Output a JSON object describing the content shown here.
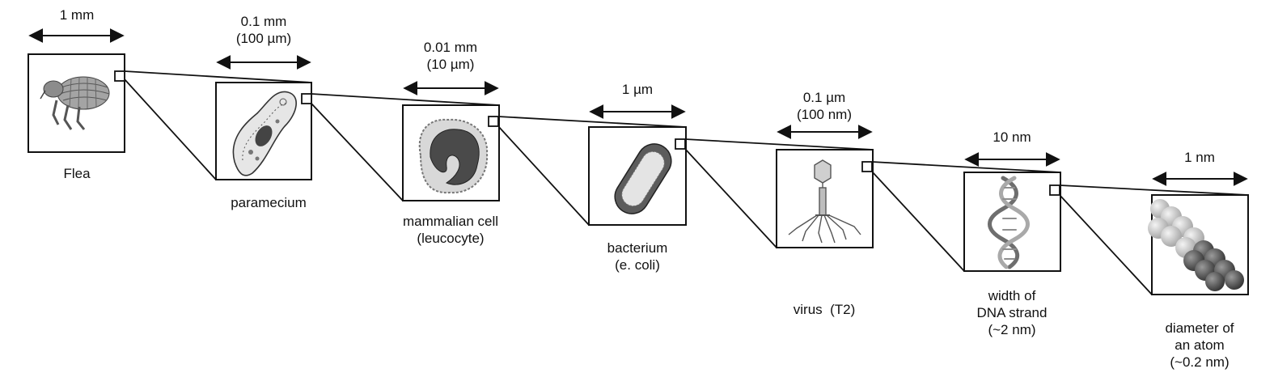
{
  "diagram": {
    "stages": [
      {
        "id": "flea",
        "scale": [
          "1 mm"
        ],
        "label": [
          "Flea"
        ]
      },
      {
        "id": "paramecium",
        "scale": [
          "0.1 mm",
          "(100 µm)"
        ],
        "label": [
          "paramecium"
        ]
      },
      {
        "id": "mammalian-cell",
        "scale": [
          "0.01 mm",
          "(10 µm)"
        ],
        "label": [
          "mammalian cell",
          "(leucocyte)"
        ]
      },
      {
        "id": "bacterium",
        "scale": [
          "1 µm"
        ],
        "label": [
          "bacterium",
          "(e. coli)"
        ]
      },
      {
        "id": "virus",
        "scale": [
          "0.1 µm",
          "(100 nm)"
        ],
        "label": [
          "virus  (T2)"
        ]
      },
      {
        "id": "dna",
        "scale": [
          "10 nm"
        ],
        "label": [
          "width of",
          "DNA strand",
          "(~2 nm)"
        ]
      },
      {
        "id": "atom",
        "scale": [
          "1 nm"
        ],
        "label": [
          "diameter of",
          "an atom",
          "(~0.2 nm)"
        ]
      }
    ],
    "colors": {
      "line": "#111111",
      "ink": "#2b2b2b",
      "shade": "#8a8a8a",
      "light": "#d8d8d8"
    },
    "icons": [
      "flea-icon",
      "paramecium-icon",
      "leucocyte-icon",
      "bacterium-icon",
      "virus-icon",
      "dna-icon",
      "atom-icon"
    ]
  }
}
